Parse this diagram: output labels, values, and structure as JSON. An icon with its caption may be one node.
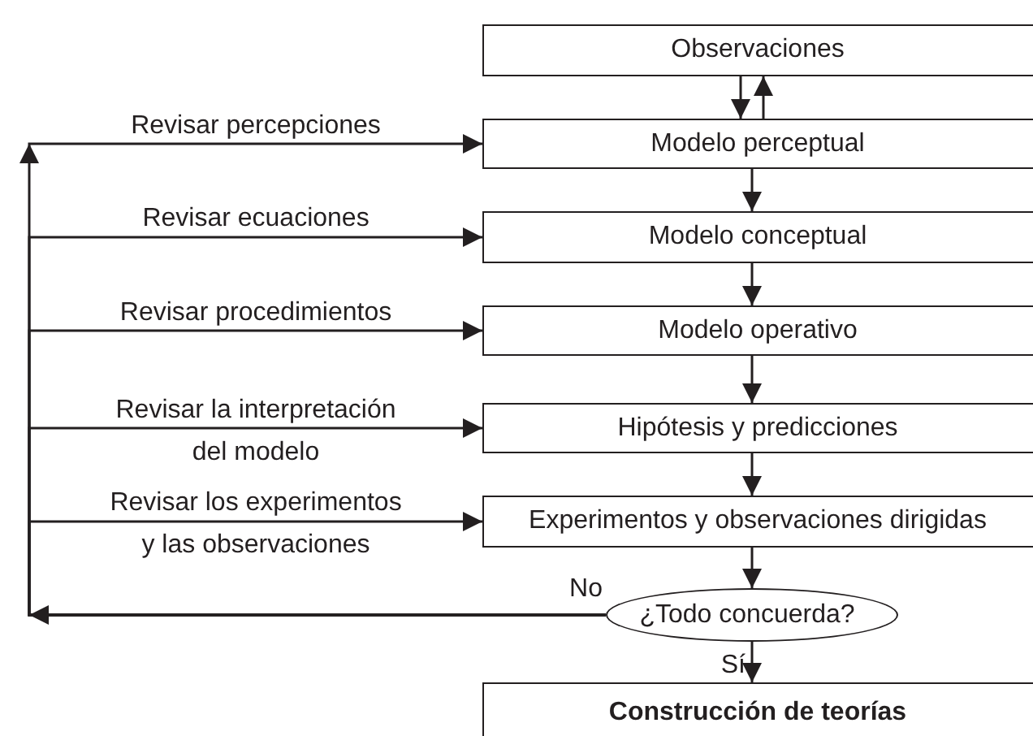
{
  "diagram": {
    "nodes": [
      {
        "text": [
          "Observaciones"
        ]
      },
      {
        "text": [
          "Modelo perceptual"
        ]
      },
      {
        "text": [
          "Modelo conceptual"
        ]
      },
      {
        "text": [
          "Modelo operativo"
        ]
      },
      {
        "text": [
          "Hipótesis y predicciones"
        ]
      },
      {
        "text": [
          "Experimentos y observaciones dirigidas"
        ]
      },
      {
        "text": [
          "¿Todo concuerda?"
        ]
      },
      {
        "text": [
          "Construcción de teorías"
        ]
      }
    ],
    "edges": [
      {
        "from": 0,
        "to": 1,
        "arrow": "to"
      },
      {
        "from": 1,
        "to": 0,
        "arrow": "to"
      },
      {
        "from": 1,
        "to": 2,
        "arrow": "to"
      },
      {
        "from": 2,
        "to": 3,
        "arrow": "to"
      },
      {
        "from": 3,
        "to": 4,
        "arrow": "to"
      },
      {
        "from": 4,
        "to": 5,
        "arrow": "to"
      },
      {
        "from": 5,
        "to": 6,
        "arrow": "to"
      },
      {
        "from": 6,
        "to": 7,
        "arrow": "to",
        "label": "Sí"
      },
      {
        "from": 6,
        "to": 1,
        "arrow": "to",
        "label": "Revisar percepciones"
      },
      {
        "from": 6,
        "to": 2,
        "arrow": "to",
        "label": "Revisar ecuaciones"
      },
      {
        "from": 6,
        "to": 3,
        "arrow": "to",
        "label": "Revisar procedimientos"
      },
      {
        "from": 6,
        "to": 4,
        "arrow": "to",
        "label": "Revisar la interpretación del modelo"
      },
      {
        "from": 6,
        "to": 5,
        "arrow": "to",
        "label": "Revisar los experimentos y las observaciones"
      }
    ],
    "labels": [
      "No"
    ]
  }
}
